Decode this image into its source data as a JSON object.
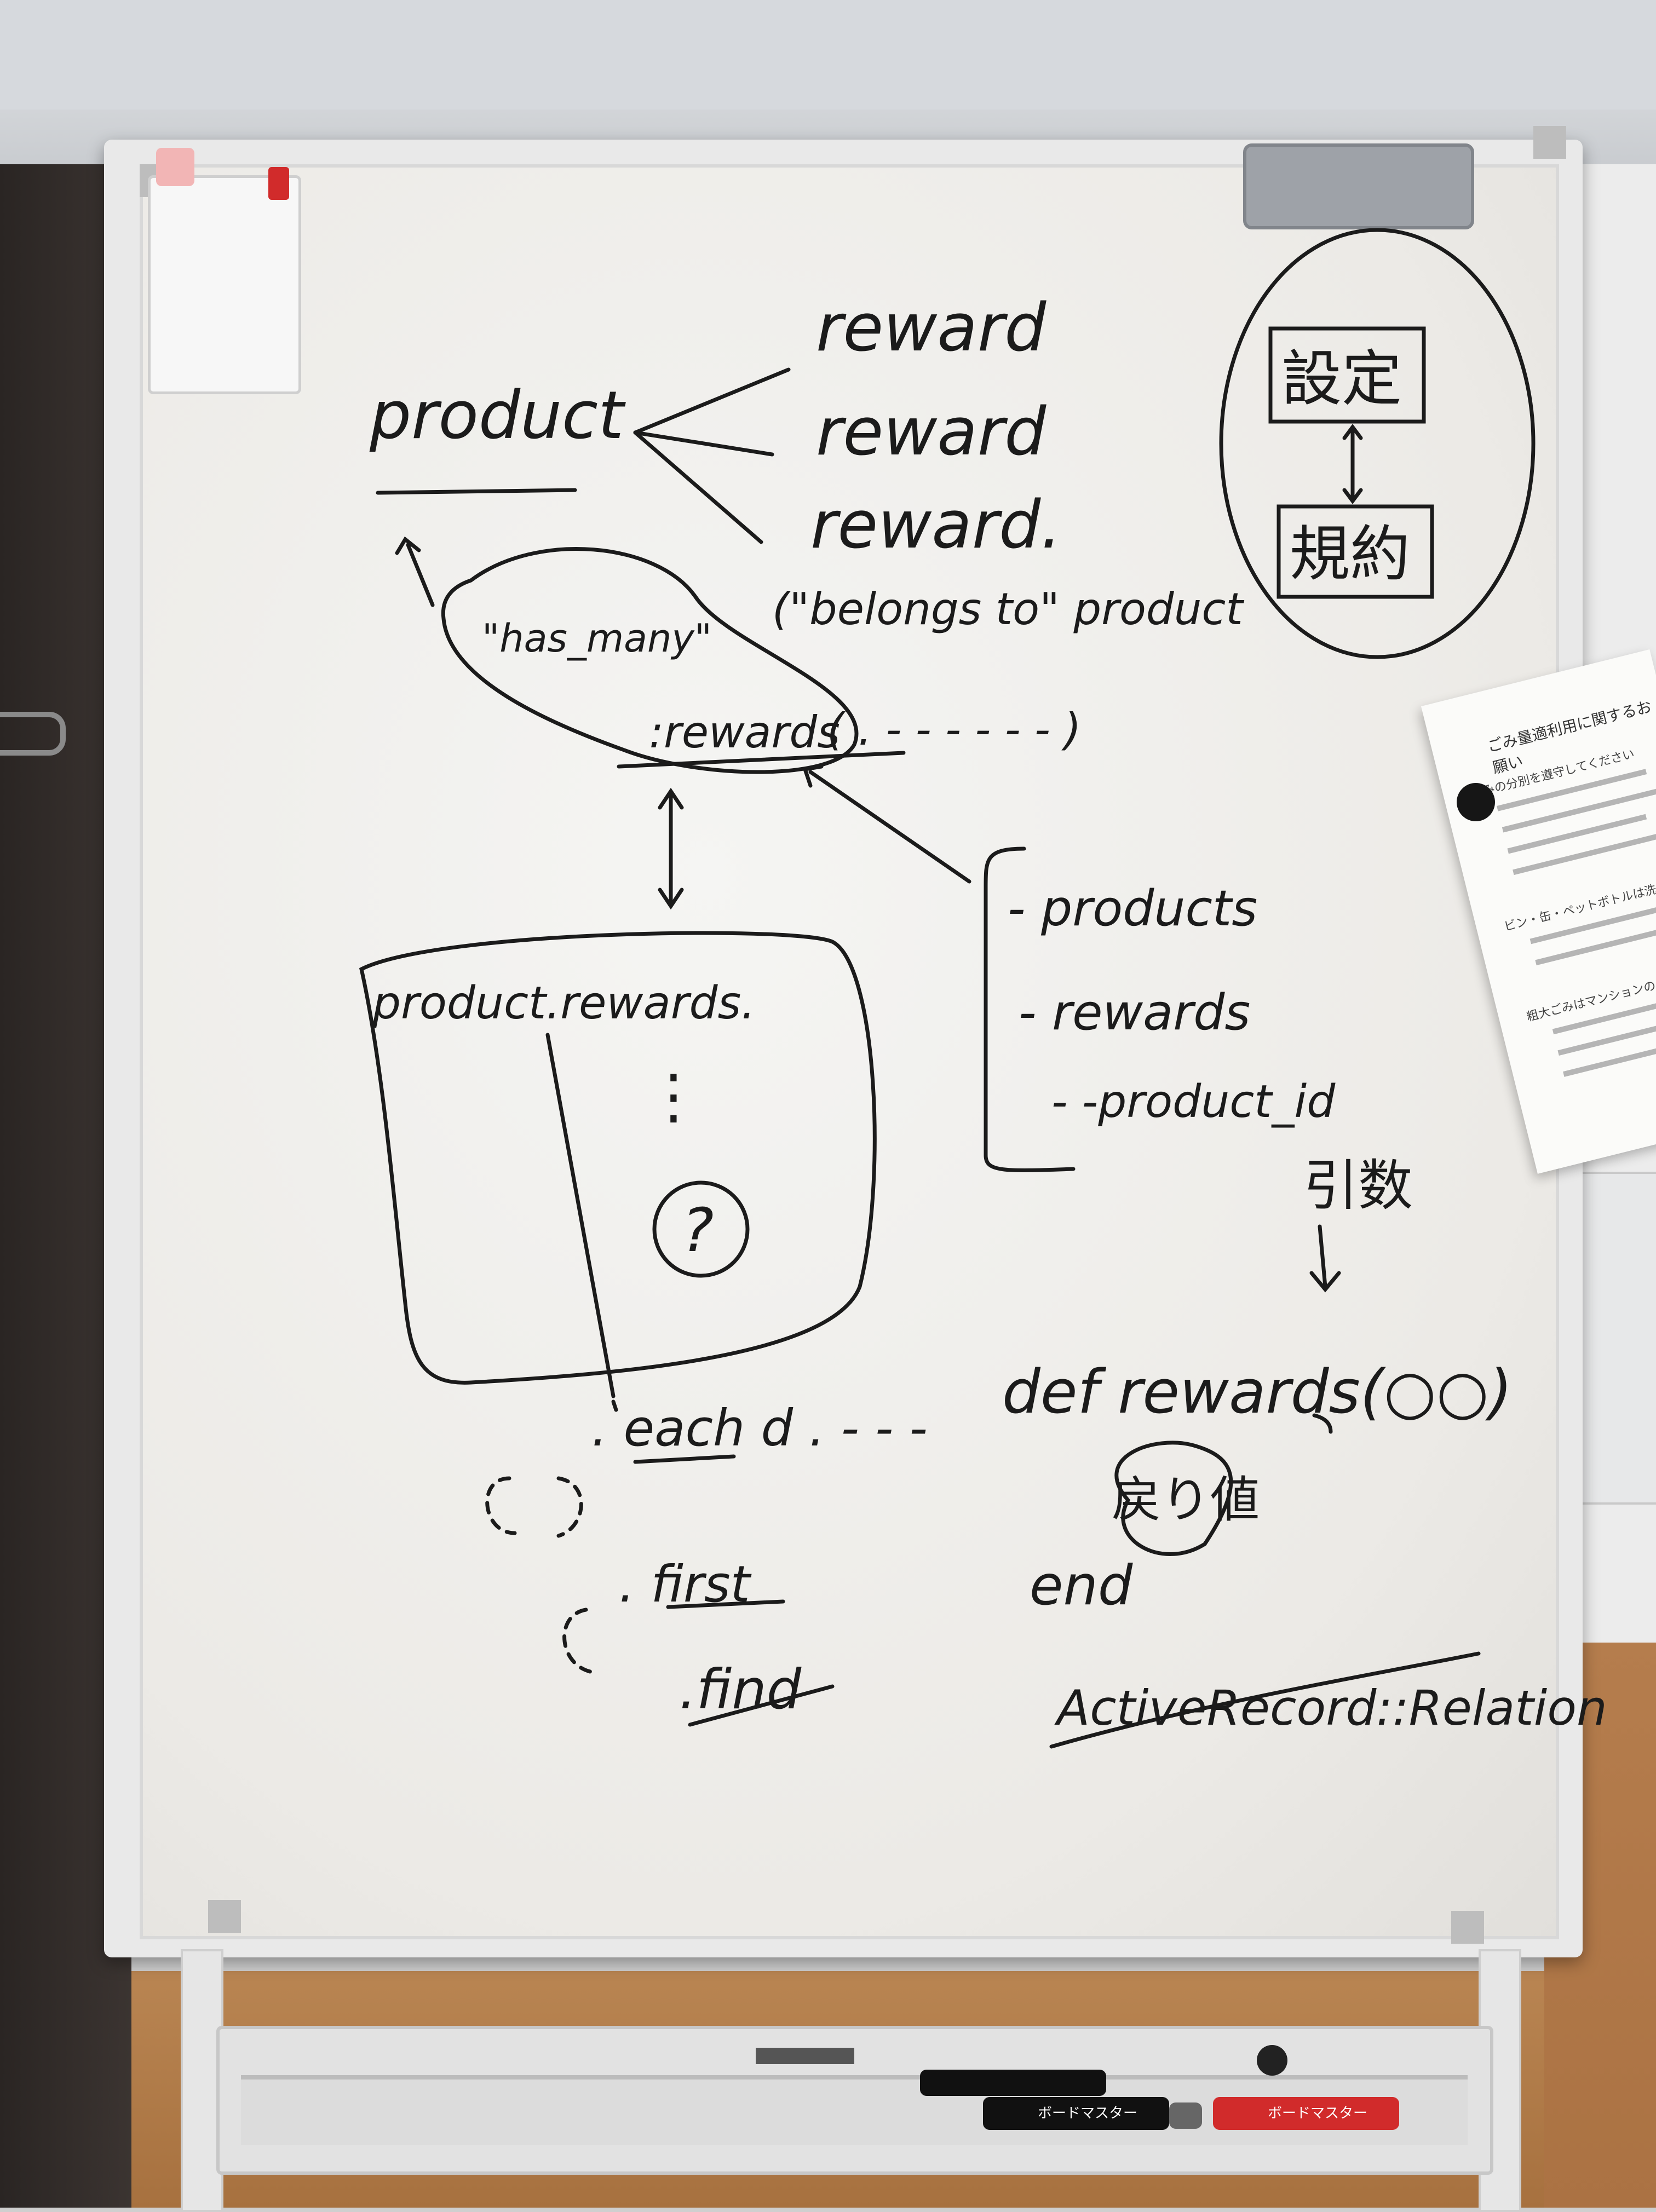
{
  "board": {
    "product": "product",
    "reward_1": "reward",
    "reward_2": "reward",
    "reward_3": "reward.",
    "belongs_to": "(\"belongs to\" product",
    "has_many": "\"has_many\"",
    "rewards_symbol": ":rewards",
    "rewards_args": "( . - - - - - - )",
    "product_rewards": "product.rewards.",
    "dots": "⋮",
    "question": "?",
    "each": ". each d . - - -",
    "first": ". first",
    "find": ".find",
    "table_products": "- products",
    "table_rewards": "- rewards",
    "table_product_id": "- -product_id",
    "hikisuu": "引数",
    "def_rewards": "def rewards(○○)",
    "modori_chi": "戻り値",
    "end": "end",
    "active_record": "ActiveRecord::Relation",
    "settei": "設定",
    "kiyaku": "規約"
  },
  "notice": {
    "title": "ごみ量適利用に関するお願い",
    "items": [
      "ごみの分別を遵守してください",
      "ビン・缶・ペットボトルは洗いで",
      "粗大ごみはマンションのこ"
    ]
  },
  "tray": {
    "marker_black_label": "ボードマスター",
    "marker_red_label": "ボードマスター"
  },
  "colors": {
    "ink": "#1b1b1b",
    "board": "#f3f2ef",
    "marker_red": "#d12b2b"
  }
}
